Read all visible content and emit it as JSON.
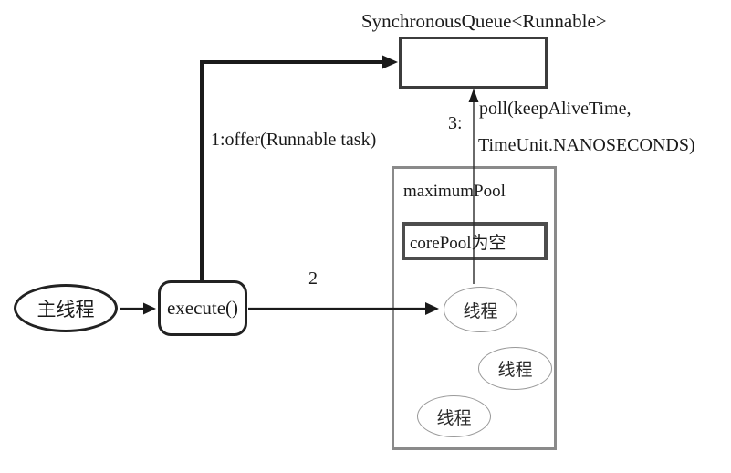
{
  "diagram": {
    "title": "SynchronousQueue<Runnable>",
    "nodes": {
      "main_thread": "主线程",
      "execute": "execute()",
      "maximum_pool": "maximumPool",
      "core_pool": "corePool为空",
      "thread1": "线程",
      "thread2": "线程",
      "thread3": "线程"
    },
    "labels": {
      "offer": "1:offer(Runnable task)",
      "step2": "2",
      "step3": "3:",
      "poll_line1": "poll(keepAliveTime,",
      "poll_line2": "TimeUnit.NANOSECONDS)"
    },
    "colors": {
      "line": "#1a1a1a",
      "queue_border": "#3c3c3c",
      "pool_border": "#8a8a8a",
      "core_pool_border": "#4d4d4d",
      "thread_border": "#999999",
      "background": "#ffffff"
    }
  }
}
